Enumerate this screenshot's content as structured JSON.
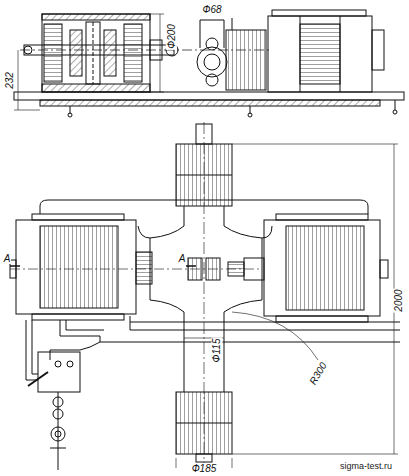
{
  "diagram": {
    "labels": [
      "Ф200",
      "Ф68",
      "232",
      "А",
      "А",
      "2000",
      "Ф115",
      "R300",
      "Ф185",
      "sigma-test.ru"
    ]
  }
}
